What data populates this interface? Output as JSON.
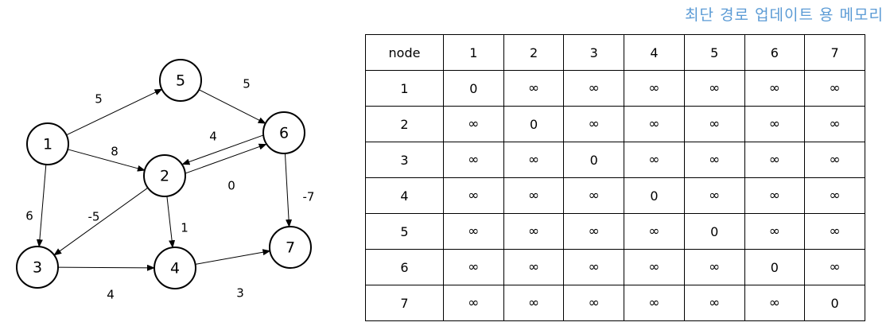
{
  "caption": "최단 경로 업데이트 용 메모리",
  "caption_color": "#5b9bd5",
  "graph": {
    "nodes": [
      {
        "id": "1",
        "label": "1"
      },
      {
        "id": "2",
        "label": "2"
      },
      {
        "id": "3",
        "label": "3"
      },
      {
        "id": "4",
        "label": "4"
      },
      {
        "id": "5",
        "label": "5"
      },
      {
        "id": "6",
        "label": "6"
      },
      {
        "id": "7",
        "label": "7"
      }
    ],
    "edges": [
      {
        "from": "1",
        "to": "5",
        "weight": "5"
      },
      {
        "from": "1",
        "to": "2",
        "weight": "8"
      },
      {
        "from": "1",
        "to": "3",
        "weight": "6"
      },
      {
        "from": "5",
        "to": "6",
        "weight": "5"
      },
      {
        "from": "2",
        "to": "6",
        "weight": "4"
      },
      {
        "from": "6",
        "to": "2",
        "weight": "0"
      },
      {
        "from": "6",
        "to": "7",
        "weight": "-7"
      },
      {
        "from": "2",
        "to": "3",
        "weight": "-5"
      },
      {
        "from": "2",
        "to": "4",
        "weight": "1"
      },
      {
        "from": "3",
        "to": "4",
        "weight": "4"
      },
      {
        "from": "4",
        "to": "7",
        "weight": "3"
      }
    ]
  },
  "table": {
    "header": [
      "node",
      "1",
      "2",
      "3",
      "4",
      "5",
      "6",
      "7"
    ],
    "rows": [
      [
        "1",
        "0",
        "∞",
        "∞",
        "∞",
        "∞",
        "∞",
        "∞"
      ],
      [
        "2",
        "∞",
        "0",
        "∞",
        "∞",
        "∞",
        "∞",
        "∞"
      ],
      [
        "3",
        "∞",
        "∞",
        "0",
        "∞",
        "∞",
        "∞",
        "∞"
      ],
      [
        "4",
        "∞",
        "∞",
        "∞",
        "0",
        "∞",
        "∞",
        "∞"
      ],
      [
        "5",
        "∞",
        "∞",
        "∞",
        "∞",
        "0",
        "∞",
        "∞"
      ],
      [
        "6",
        "∞",
        "∞",
        "∞",
        "∞",
        "∞",
        "0",
        "∞"
      ],
      [
        "7",
        "∞",
        "∞",
        "∞",
        "∞",
        "∞",
        "∞",
        "0"
      ]
    ]
  }
}
